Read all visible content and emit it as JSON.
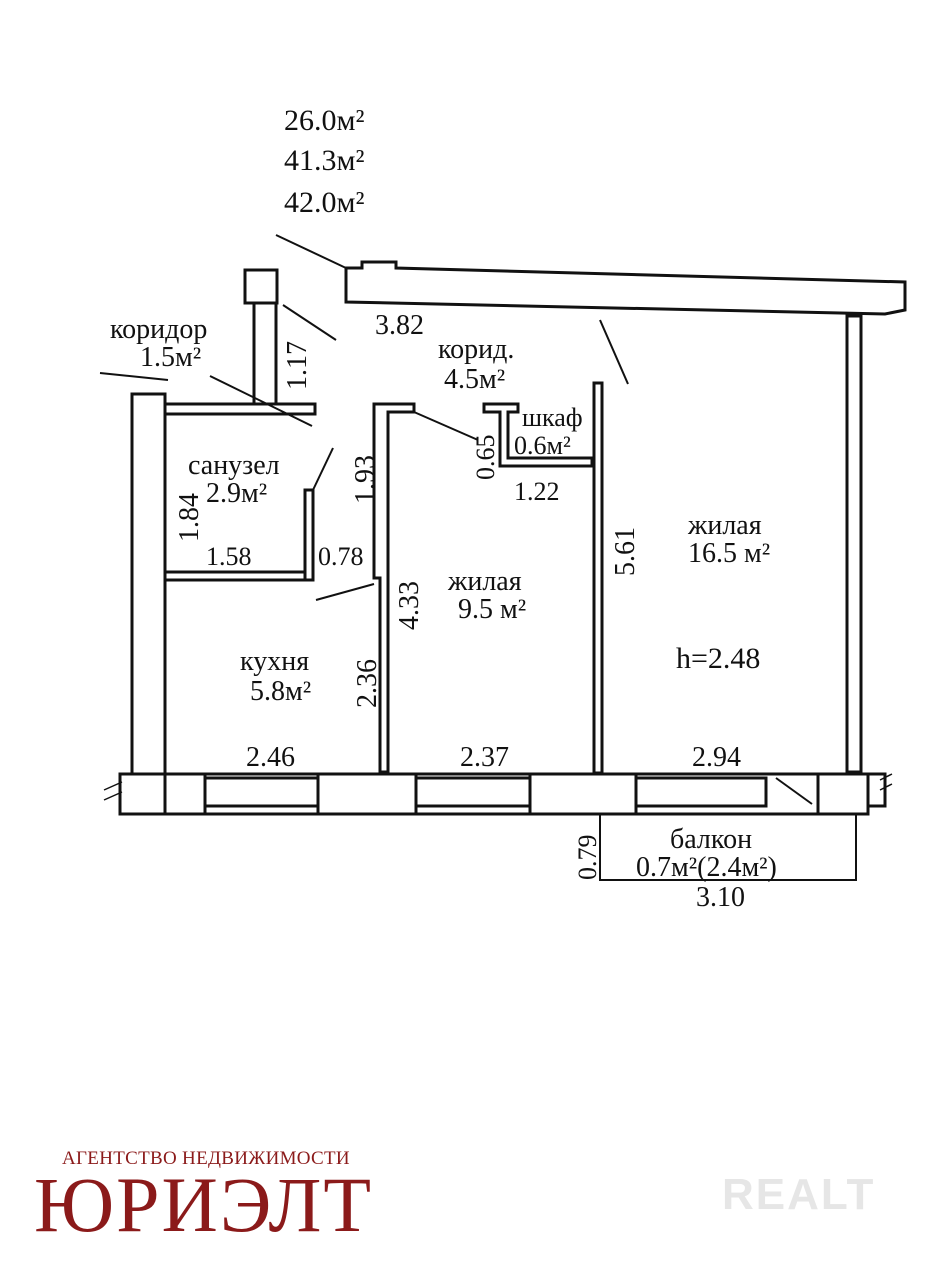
{
  "areas": {
    "living": "26.0м²",
    "total_no_balcony": "41.3м²",
    "total": "42.0м²"
  },
  "rooms": {
    "corridor_small": {
      "name": "коридор",
      "area": "1.5м²"
    },
    "corridor_main": {
      "name": "корид.",
      "area": "4.5м²"
    },
    "closet": {
      "name": "шкаф",
      "area": "0.6м²"
    },
    "bathroom": {
      "name": "санузел",
      "area": "2.9м²"
    },
    "living_small": {
      "name": "жилая",
      "area": "9.5 м²"
    },
    "living_big": {
      "name": "жилая",
      "area": "16.5 м²"
    },
    "ceiling": "h=2.48",
    "kitchen": {
      "name": "кухня",
      "area": "5.8м²"
    },
    "balcony": {
      "name": "балкон",
      "area": "0.7м²(2.4м²)"
    }
  },
  "dimensions": {
    "d_3_82": "3.82",
    "d_1_17": "1.17",
    "d_0_65": "0.65",
    "d_1_93": "1.93",
    "d_1_84": "1.84",
    "d_1_58": "1.58",
    "d_0_78": "0.78",
    "d_1_22": "1.22",
    "d_5_61": "5.61",
    "d_4_33": "4.33",
    "d_2_36": "2.36",
    "d_2_46": "2.46",
    "d_2_37": "2.37",
    "d_2_94": "2.94",
    "d_0_79": "0.79",
    "d_3_10": "3.10"
  },
  "branding": {
    "agency_line": "АГЕНТСТВО НЕДВИЖИМОСТИ",
    "agency_name": "ЮРИЭЛТ",
    "watermark": "REALT"
  },
  "colors": {
    "brand": "#8b1a1a",
    "ink": "#111111",
    "watermark": "#e6e6e6"
  }
}
